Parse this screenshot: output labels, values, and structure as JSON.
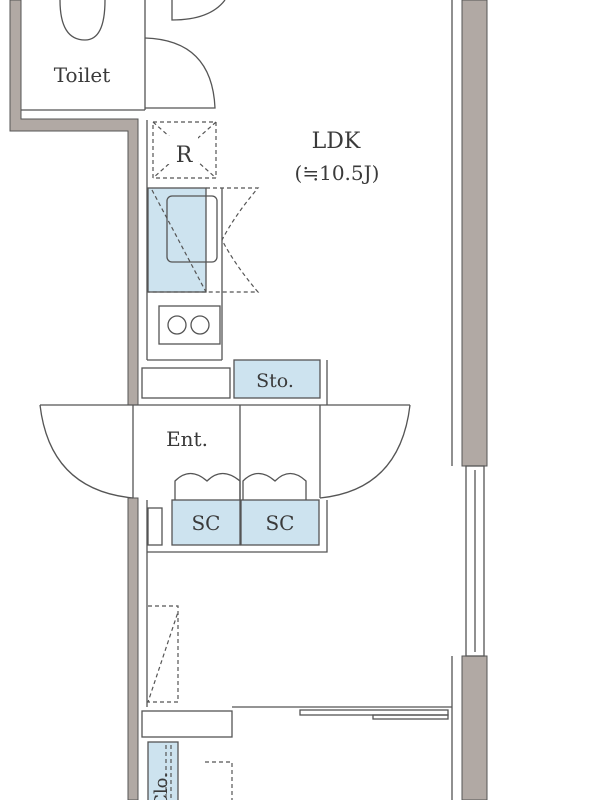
{
  "floor_plan": {
    "rooms": {
      "toilet": "Toilet",
      "refrigerator": "R",
      "ldk": "LDK",
      "ldk_area": "(≒10.5J)",
      "storage": "Sto.",
      "entrance": "Ent.",
      "shoe_closet_1": "SC",
      "shoe_closet_2": "SC",
      "closet": "Clo."
    },
    "colors": {
      "wall": "#b1a9a4",
      "fixture_fill": "#cde3ef",
      "line": "#555555"
    }
  }
}
